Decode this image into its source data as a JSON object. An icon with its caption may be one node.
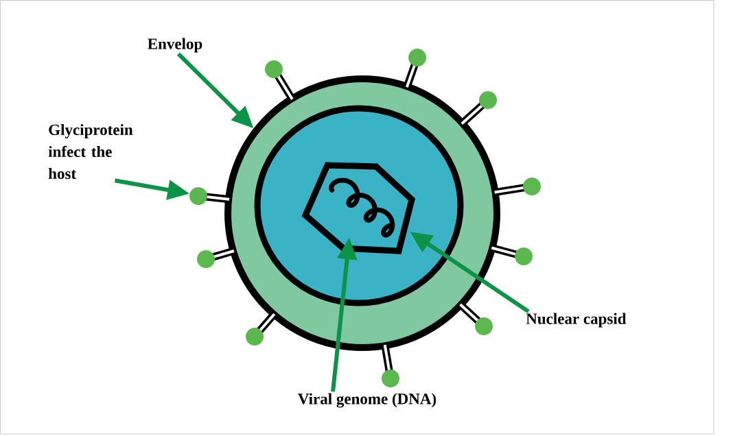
{
  "diagram": {
    "nodes": [
      {
        "text": [
          "Envelop"
        ]
      },
      {
        "text": [
          "Glyciprotein infect the host"
        ]
      },
      {
        "text": [
          "Viral genome  (DNA)"
        ]
      },
      {
        "text": [
          "Nuclear capsid"
        ]
      },
      {
        "text": [],
        "shape": "circle"
      },
      {
        "text": [],
        "shape": "polygon",
        "in": 4
      },
      {
        "text": [],
        "shape": "picture",
        "in": 5
      },
      {
        "text": [],
        "shape": "circle"
      },
      {
        "text": [],
        "shape": "circle"
      },
      {
        "text": [],
        "shape": "circle"
      },
      {
        "text": [],
        "shape": "circle"
      },
      {
        "text": [],
        "shape": "circle"
      },
      {
        "text": [],
        "shape": "circle"
      },
      {
        "text": [],
        "shape": "circle"
      },
      {
        "text": [],
        "shape": "circle"
      },
      {
        "text": [],
        "shape": "circle"
      },
      {
        "text": [],
        "shape": "circle"
      }
    ],
    "edges": [
      {
        "from": 0,
        "to": 4,
        "arrow": "to"
      },
      {
        "from": 1,
        "to": 7,
        "arrow": "to"
      },
      {
        "from": 2,
        "to": 6,
        "arrow": "to"
      },
      {
        "from": 3,
        "to": 5,
        "arrow": "to"
      }
    ]
  }
}
